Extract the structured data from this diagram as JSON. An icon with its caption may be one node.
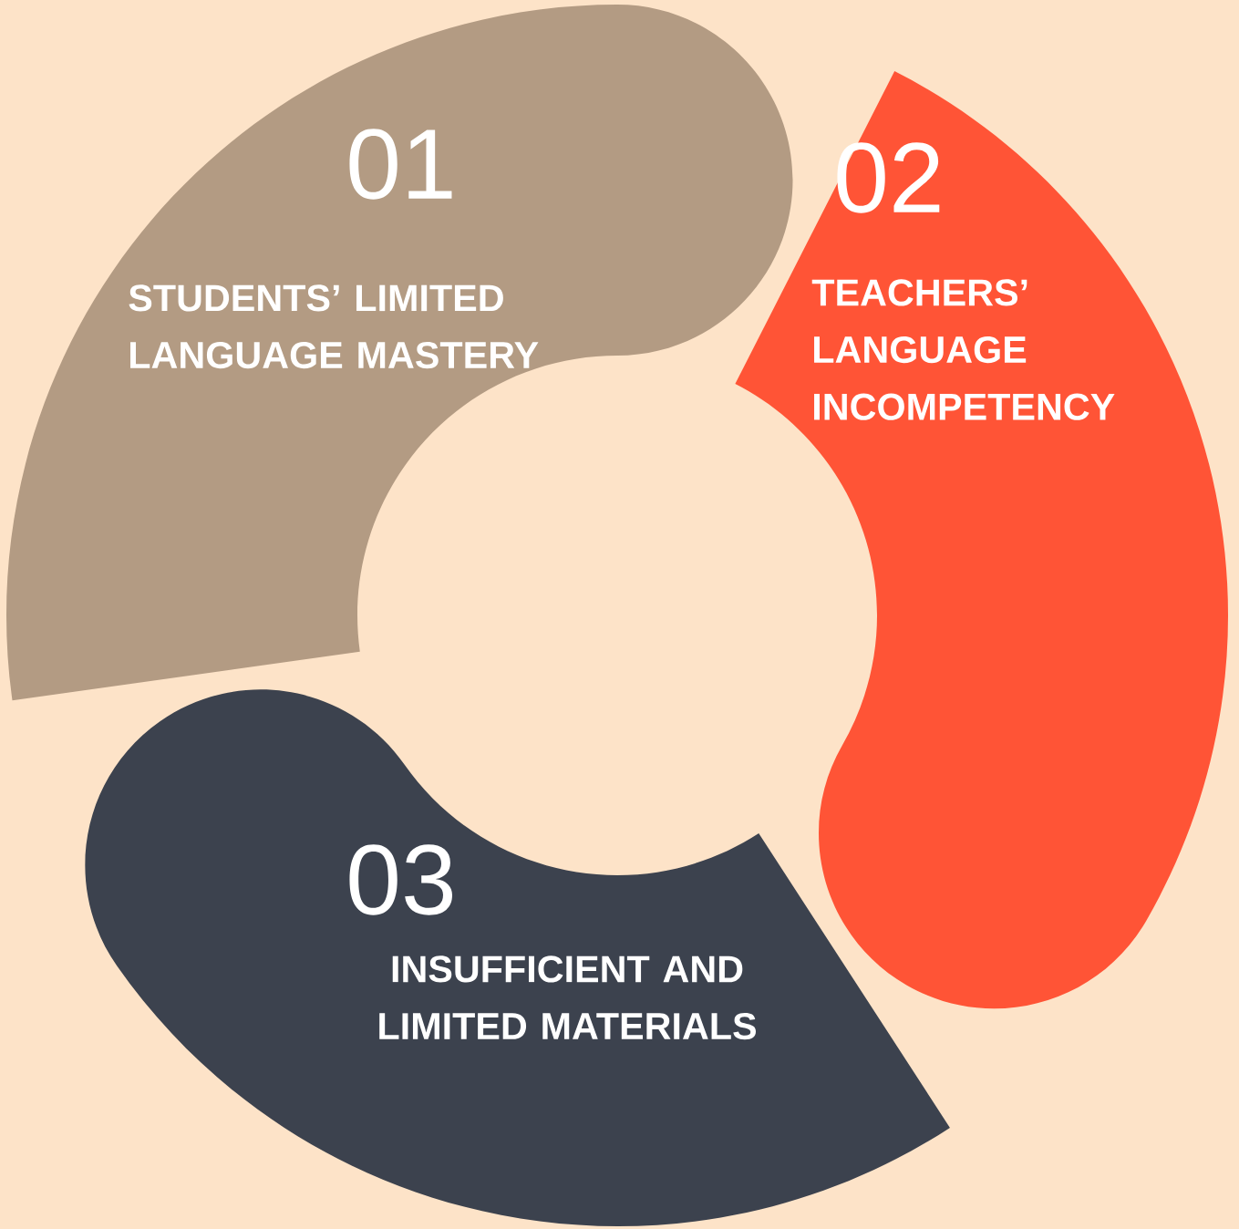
{
  "diagram": {
    "nodes": [
      {
        "text": [
          "01",
          "STUDENTS’ LIMITED LANGUAGE MASTERY"
        ]
      },
      {
        "text": [
          "02",
          "TEACHERS’ LANGUAGE INCOMPETENCY"
        ]
      },
      {
        "text": [
          "03",
          "INSUFFICIENT AND LIMITED MATERIALS"
        ]
      }
    ]
  }
}
